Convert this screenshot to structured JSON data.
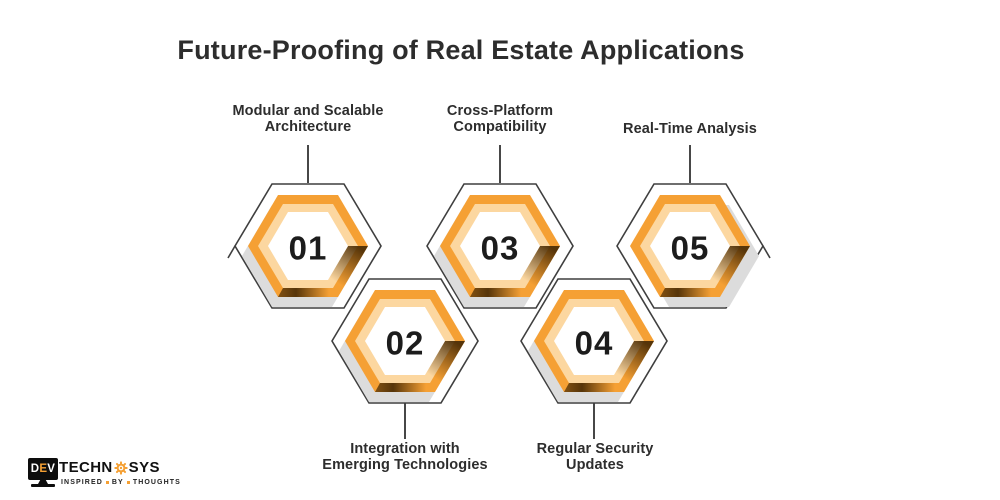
{
  "title": "Future-Proofing of Real Estate Applications",
  "steps": [
    {
      "number": "01",
      "label": [
        "Modular and Scalable",
        "Architecture"
      ]
    },
    {
      "number": "02",
      "label": [
        "Integration with",
        "Emerging Technologies"
      ]
    },
    {
      "number": "03",
      "label": [
        "Cross-Platform",
        "Compatibility"
      ]
    },
    {
      "number": "04",
      "label": [
        "Regular Security",
        "Updates"
      ]
    },
    {
      "number": "05",
      "label": [
        "Real-Time Analysis"
      ]
    }
  ],
  "logo": {
    "monitor_text_d": "D",
    "monitor_text_e": "E",
    "monitor_text_v": "V",
    "name_left": "TECHN",
    "name_right": "SYS",
    "tagline_words": [
      "INSPIRED",
      "BY",
      "THOUGHTS"
    ]
  },
  "colors": {
    "accent": "#F5A034",
    "accent_light": "#FCD7A0",
    "shadow_gray": "#DCDCDC",
    "outline": "#3F3F3F",
    "connector": "#474747",
    "text": "#2D2D2D",
    "number": "#1C1C1C"
  }
}
